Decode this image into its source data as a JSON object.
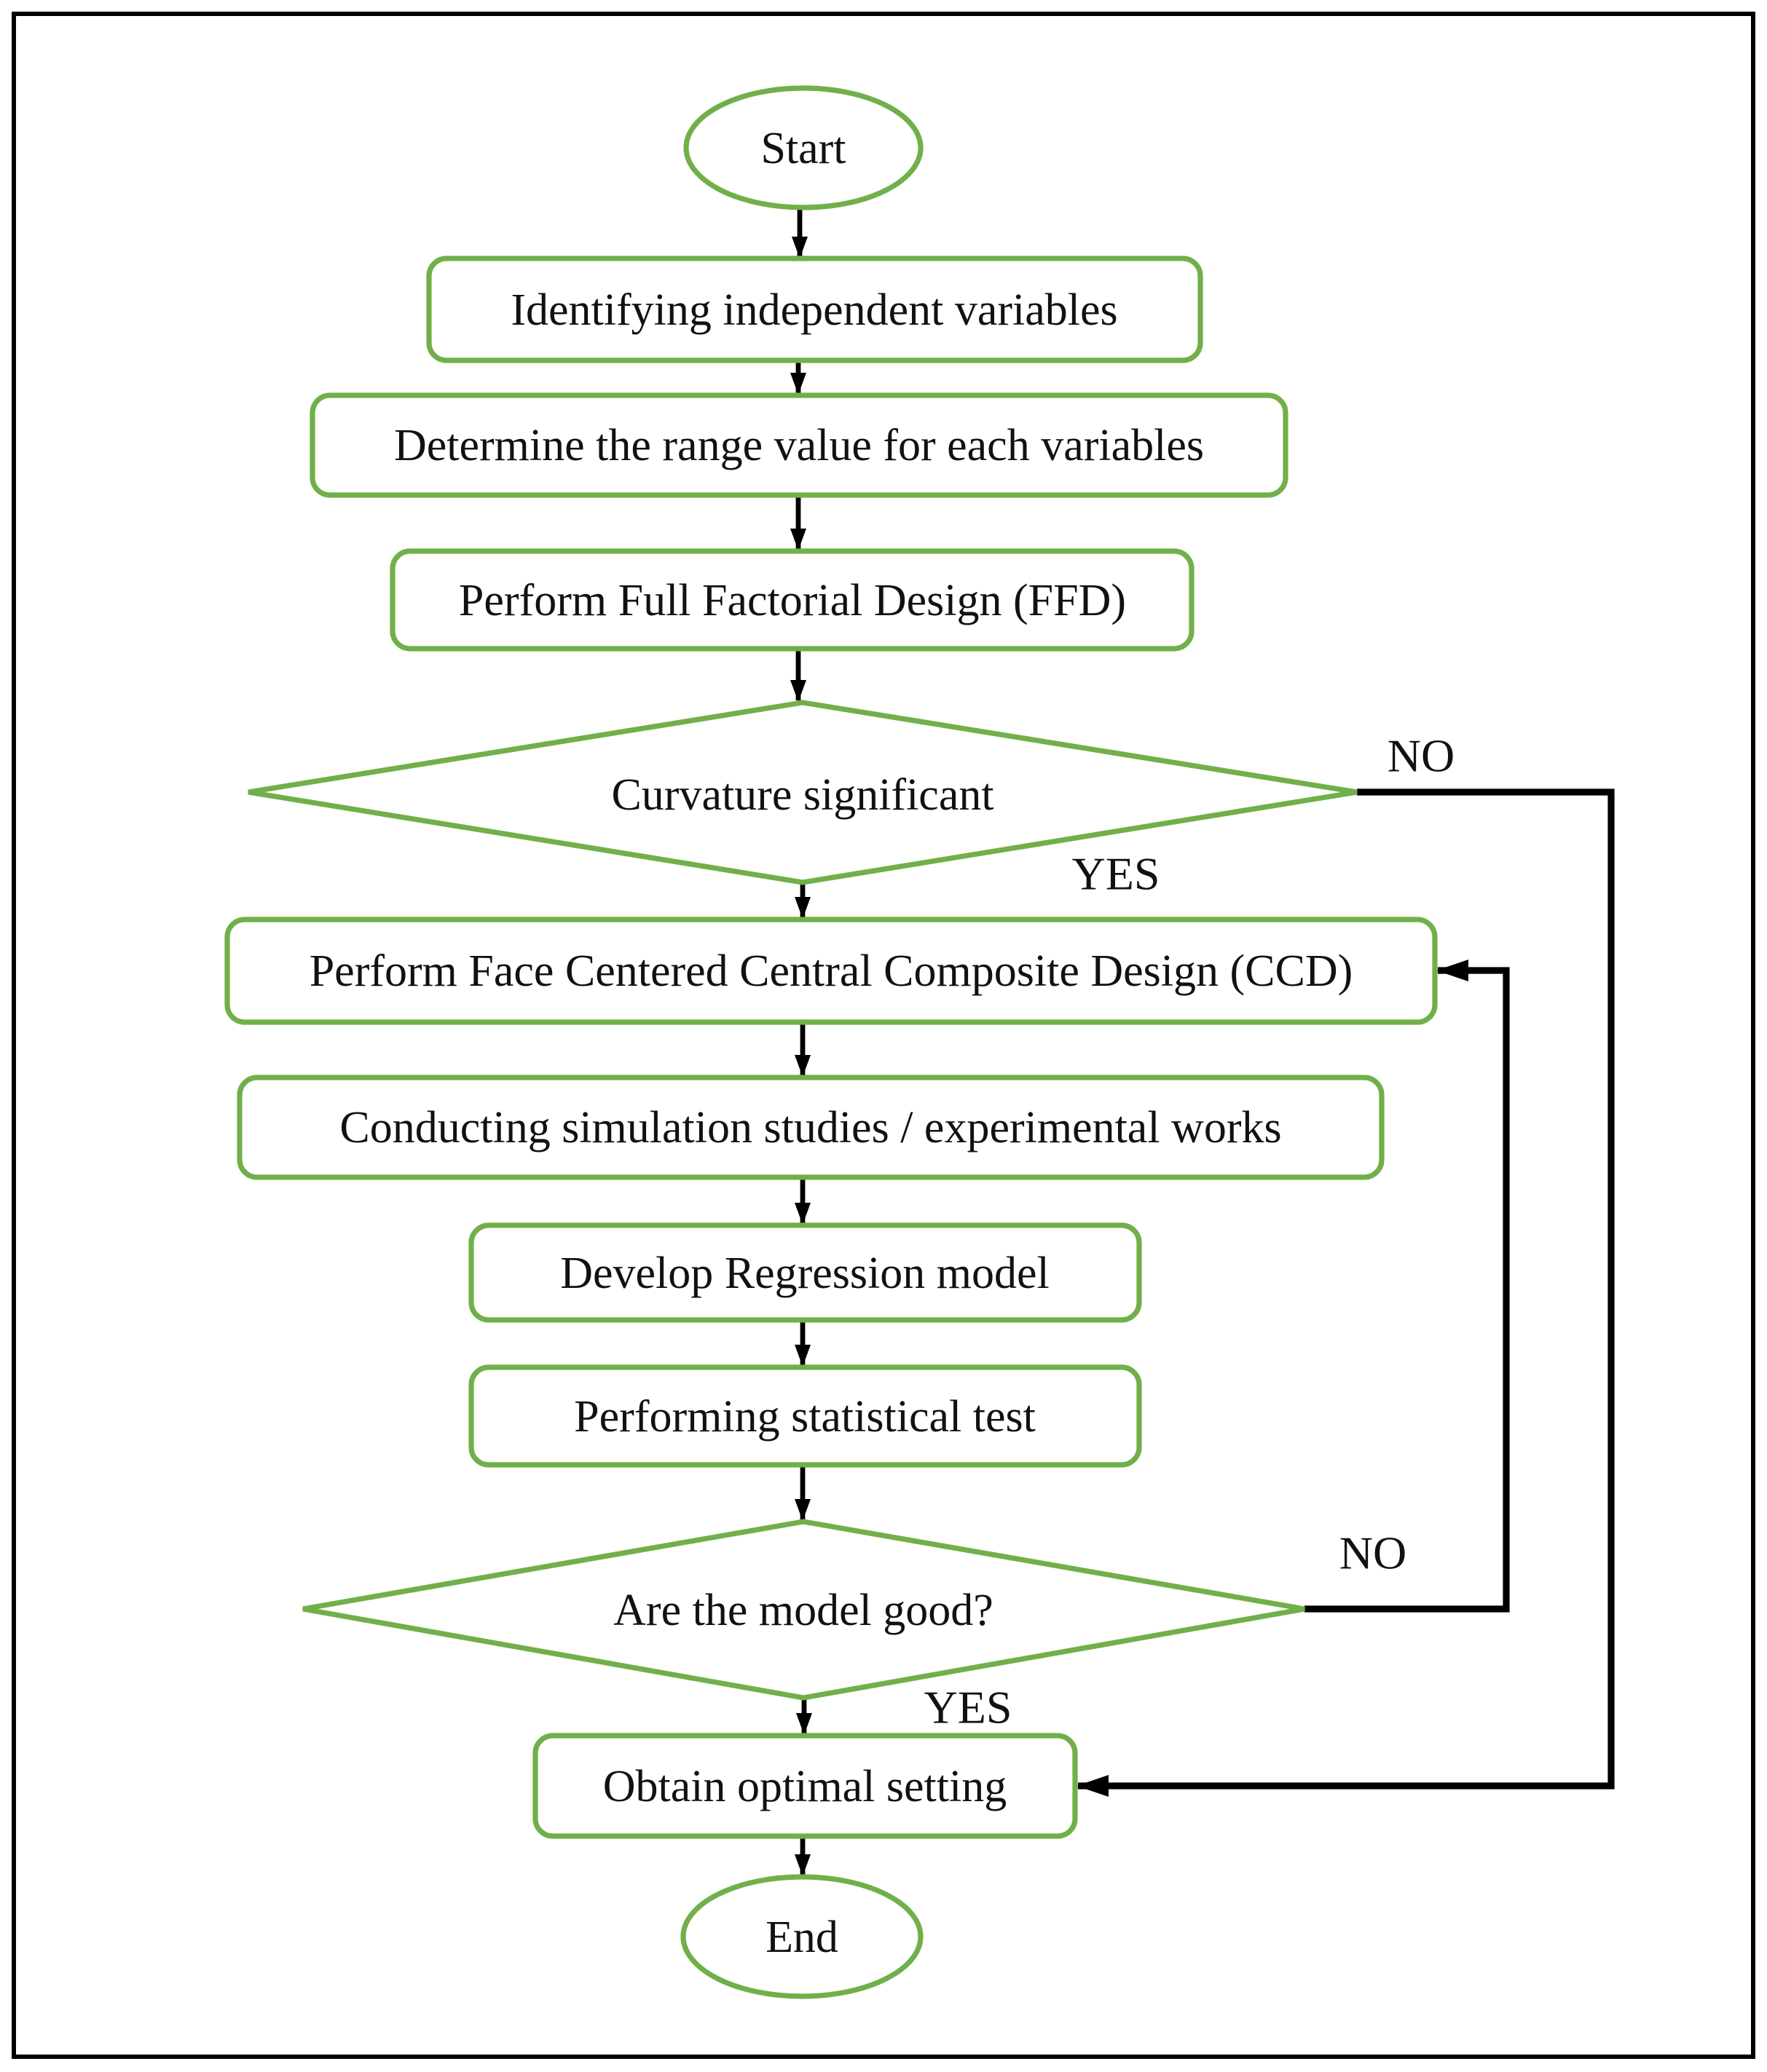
{
  "flowchart": {
    "colors": {
      "node_border": "#70b04a",
      "connector": "#000000",
      "text": "#111111",
      "background": "#ffffff"
    },
    "nodes": {
      "start": {
        "type": "terminator",
        "label": "Start"
      },
      "identify": {
        "type": "process",
        "label": "Identifying independent variables"
      },
      "range": {
        "type": "process",
        "label": "Determine the range value for each variables"
      },
      "ffd": {
        "type": "process",
        "label": "Perform Full Factorial Design (FFD)"
      },
      "curvature": {
        "type": "decision",
        "label": "Curvature significant"
      },
      "ccd": {
        "type": "process",
        "label": "Perform Face Centered Central Composite Design (CCD)"
      },
      "simulation": {
        "type": "process",
        "label": "Conducting simulation studies / experimental works"
      },
      "regression": {
        "type": "process",
        "label": "Develop Regression model"
      },
      "statistical": {
        "type": "process",
        "label": "Performing statistical test"
      },
      "model_good": {
        "type": "decision",
        "label": "Are the model good?"
      },
      "optimal": {
        "type": "process",
        "label": "Obtain optimal setting"
      },
      "end": {
        "type": "terminator",
        "label": "End"
      }
    },
    "edge_labels": {
      "curvature_no": "NO",
      "curvature_yes": "YES",
      "model_no": "NO",
      "model_yes": "YES"
    },
    "edges": [
      {
        "from": "start",
        "to": "identify"
      },
      {
        "from": "identify",
        "to": "range"
      },
      {
        "from": "range",
        "to": "ffd"
      },
      {
        "from": "ffd",
        "to": "curvature"
      },
      {
        "from": "curvature",
        "to": "ccd",
        "label": "YES"
      },
      {
        "from": "curvature",
        "to": "optimal",
        "label": "NO"
      },
      {
        "from": "ccd",
        "to": "simulation"
      },
      {
        "from": "simulation",
        "to": "regression"
      },
      {
        "from": "regression",
        "to": "statistical"
      },
      {
        "from": "statistical",
        "to": "model_good"
      },
      {
        "from": "model_good",
        "to": "ccd",
        "label": "NO"
      },
      {
        "from": "model_good",
        "to": "optimal",
        "label": "YES"
      },
      {
        "from": "optimal",
        "to": "end"
      }
    ]
  }
}
